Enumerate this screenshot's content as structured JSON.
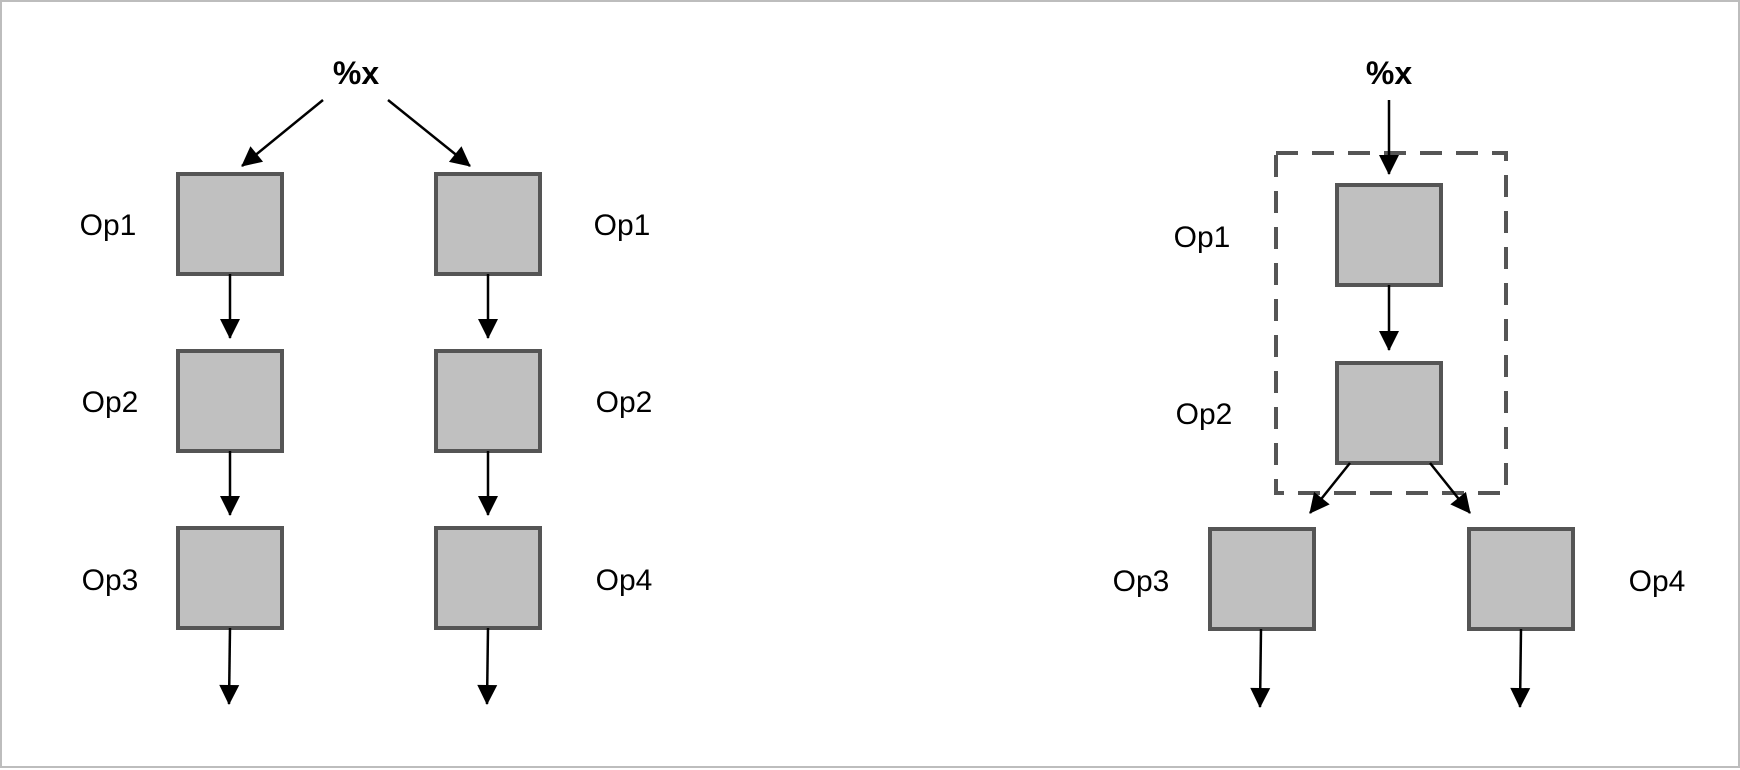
{
  "left_diagram": {
    "input_label": "%x",
    "branch_a": [
      "Op1",
      "Op2",
      "Op3"
    ],
    "branch_b": [
      "Op1",
      "Op2",
      "Op4"
    ]
  },
  "right_diagram": {
    "input_label": "%x",
    "shared": [
      "Op1",
      "Op2"
    ],
    "left_child": "Op3",
    "right_child": "Op4"
  },
  "colors": {
    "box_fill": "#c0c0c0",
    "box_stroke": "#555555",
    "edge": "#000000",
    "frame": "#bdbdbd"
  }
}
